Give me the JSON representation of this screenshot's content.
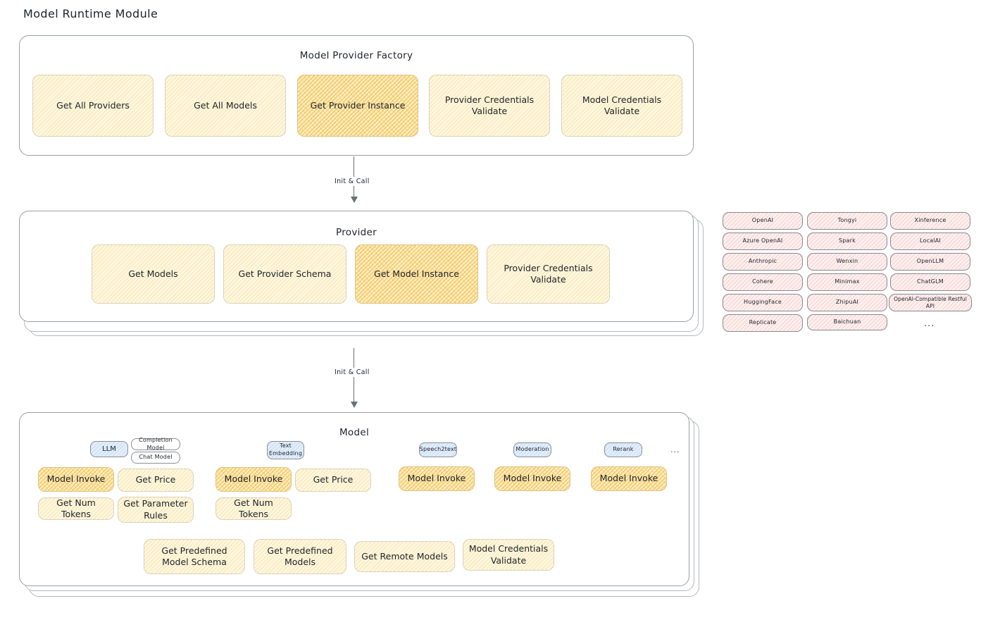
{
  "page": {
    "title": "Model Runtime Module"
  },
  "factory": {
    "title": "Model Provider Factory",
    "nodes": [
      {
        "label": "Get All Providers",
        "highlight": false
      },
      {
        "label": "Get All Models",
        "highlight": false
      },
      {
        "label": "Get Provider Instance",
        "highlight": true
      },
      {
        "label": "Provider Credentials Validate",
        "highlight": false
      },
      {
        "label": "Model Credentials Validate",
        "highlight": false
      }
    ]
  },
  "arrows": [
    {
      "label": "Init & Call"
    },
    {
      "label": "Init & Call"
    }
  ],
  "provider": {
    "title": "Provider",
    "nodes": [
      {
        "label": "Get Models",
        "highlight": false
      },
      {
        "label": "Get Provider Schema",
        "highlight": false
      },
      {
        "label": "Get Model Instance",
        "highlight": true
      },
      {
        "label": "Provider Credentials Validate",
        "highlight": false
      }
    ]
  },
  "provider_list": {
    "columns": [
      [
        "OpenAI",
        "Azure OpenAI",
        "Anthropic",
        "Cohere",
        "HuggingFace",
        "Replicate"
      ],
      [
        "Tongyi",
        "Spark",
        "Wenxin",
        "Minimax",
        "ZhipuAI",
        "Baichuan"
      ],
      [
        "Xinference",
        "LocalAI",
        "OpenLLM",
        "ChatGLM",
        "OpenAI-Compatible Restful API"
      ]
    ],
    "more": "..."
  },
  "model": {
    "title": "Model",
    "more": "...",
    "types": [
      {
        "badge": "LLM",
        "sub_badges": [
          "Completion Model",
          "Chat Model"
        ],
        "methods": [
          {
            "label": "Model Invoke",
            "highlight": true
          },
          {
            "label": "Get Price",
            "highlight": false
          },
          {
            "label": "Get Num Tokens",
            "highlight": false
          },
          {
            "label": "Get Parameter Rules",
            "highlight": false
          }
        ]
      },
      {
        "badge": "Text Embedding",
        "sub_badges": [],
        "methods": [
          {
            "label": "Model Invoke",
            "highlight": true
          },
          {
            "label": "Get Price",
            "highlight": false
          },
          {
            "label": "Get Num Tokens",
            "highlight": false
          }
        ]
      },
      {
        "badge": "Speech2text",
        "sub_badges": [],
        "methods": [
          {
            "label": "Model Invoke",
            "highlight": true
          }
        ]
      },
      {
        "badge": "Moderation",
        "sub_badges": [],
        "methods": [
          {
            "label": "Model Invoke",
            "highlight": true
          }
        ]
      },
      {
        "badge": "Rerank",
        "sub_badges": [],
        "methods": [
          {
            "label": "Model Invoke",
            "highlight": true
          }
        ]
      }
    ],
    "shared_methods": [
      "Get Predefined Model Schema",
      "Get Predefined Models",
      "Get Remote Models",
      "Model Credentials Validate"
    ]
  }
}
